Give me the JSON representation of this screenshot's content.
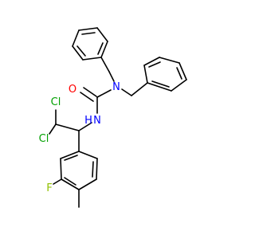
{
  "molecule": {
    "atom_labels": {
      "oxygen": "O",
      "nitrogen_amide": "N",
      "nitrogen_amine": "N",
      "nitrogen_h": "H",
      "chlorine_top": "Cl",
      "chlorine_left": "Cl",
      "fluorine": "F"
    },
    "colors": {
      "bond": "#000000",
      "oxygen": "#ff0000",
      "nitrogen": "#0000ff",
      "chlorine": "#00a000",
      "fluorine": "#90c000"
    }
  }
}
